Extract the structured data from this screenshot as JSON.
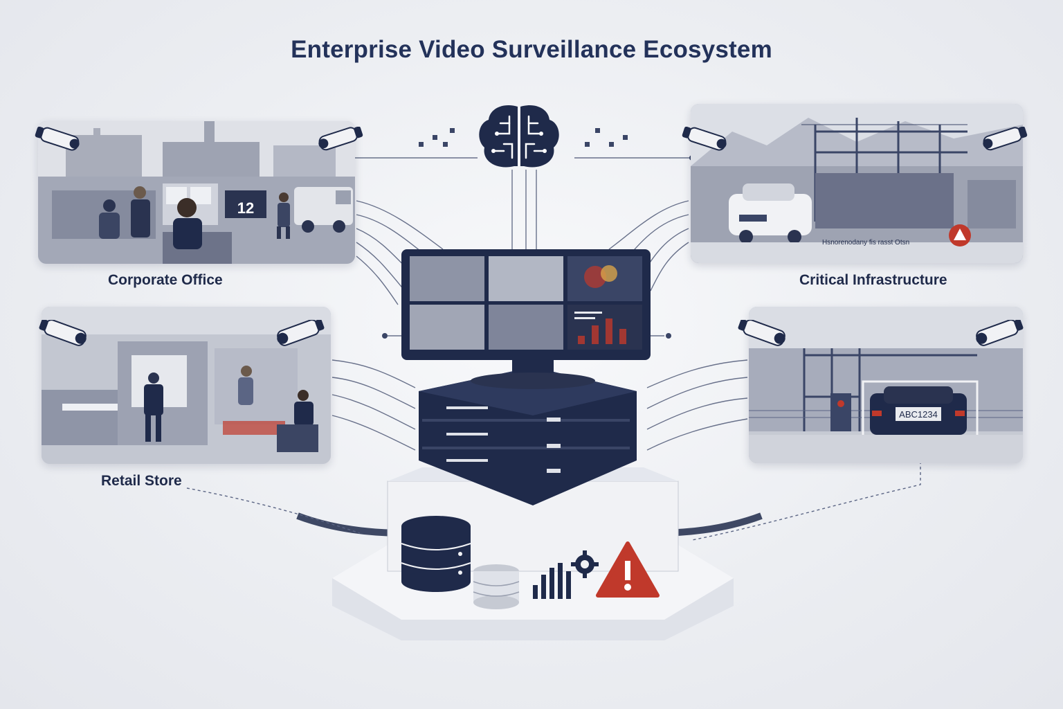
{
  "title": "Enterprise Video Surveillance Ecosystem",
  "scenes": {
    "corporate_office": {
      "label": "Corporate Office",
      "sign_number": "12"
    },
    "critical_infrastructure": {
      "label": "Critical Infrastructure",
      "caption_text": "Hsnorenodany fis rasst Otsn",
      "alert_icon": "warning-triangle-icon"
    },
    "retail_store": {
      "label": "Retail Store"
    },
    "gate": {
      "plate": "ABC1234"
    }
  },
  "hub": {
    "icons": [
      "brain-icon",
      "monitor-wall",
      "server-stack",
      "database-icon",
      "bar-chart-icon",
      "gear-icon",
      "warning-triangle-icon"
    ]
  },
  "colors": {
    "navy": "#1f2a4a",
    "alert_red": "#c0392b",
    "background": "#eceef2"
  }
}
